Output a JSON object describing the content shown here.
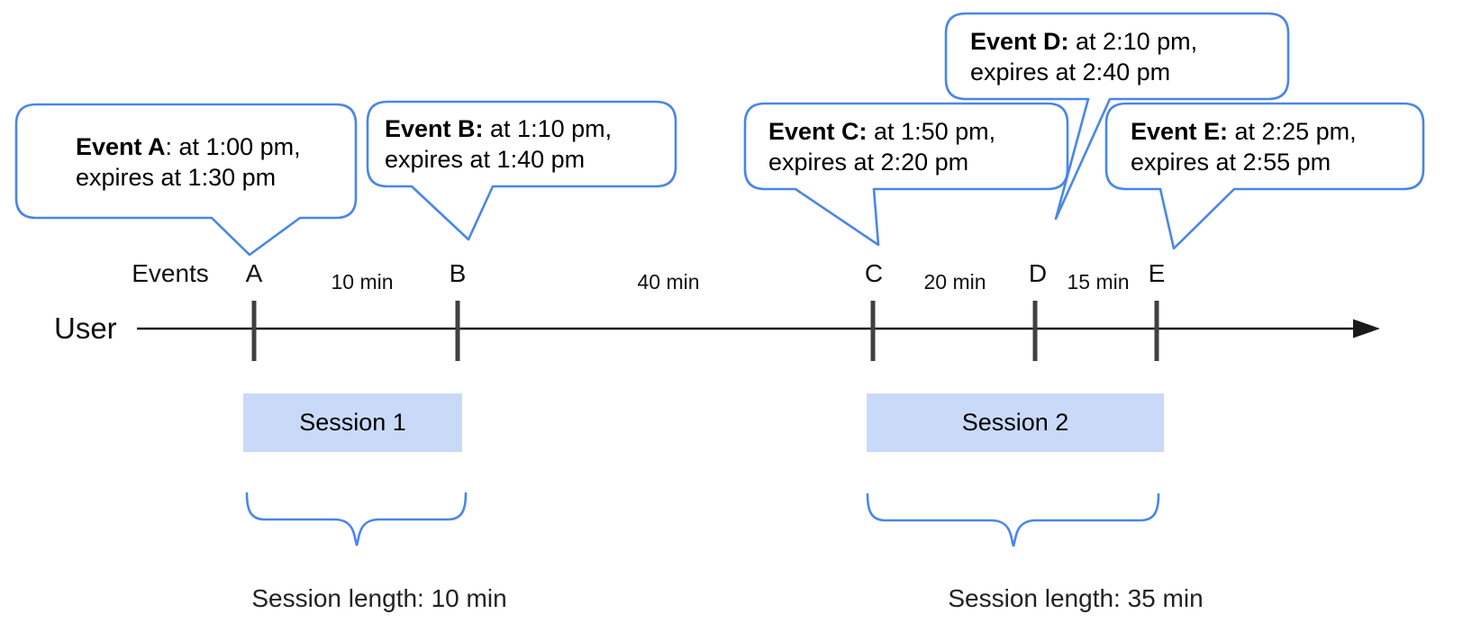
{
  "title": "Events and sessions timeline diagram",
  "colors": {
    "bubble_border": "#4a86e8",
    "brace": "#4a86e8",
    "session_fill": "#c9daf8",
    "timeline_line": "#1a1a1a",
    "tick_mark": "#404040",
    "text": "#000000"
  },
  "bubbles": [
    {
      "id": "A",
      "bold": "Event A",
      "rest": ": at 1:00 pm,",
      "line2": "expires at 1:30 pm"
    },
    {
      "id": "B",
      "bold": "Event B:",
      "rest": " at 1:10 pm,",
      "line2": "expires at 1:40 pm"
    },
    {
      "id": "C",
      "bold": "Event C:",
      "rest": " at 1:50 pm,",
      "line2": "expires at 2:20 pm"
    },
    {
      "id": "D",
      "bold": "Event D:",
      "rest": " at 2:10 pm,",
      "line2": "expires at 2:40 pm"
    },
    {
      "id": "E",
      "bold": "Event E:",
      "rest": " at 2:25 pm,",
      "line2": "expires at 2:55 pm"
    }
  ],
  "timeline": {
    "user_label": "User",
    "events_label": "Events",
    "tick_letters": [
      "A",
      "B",
      "C",
      "D",
      "E"
    ],
    "gap_labels": [
      "10 min",
      "40 min",
      "20 min",
      "15 min"
    ]
  },
  "sessions": [
    {
      "label": "Session 1",
      "length": "Session length: 10 min"
    },
    {
      "label": "Session 2",
      "length": "Session length: 35 min"
    }
  ]
}
